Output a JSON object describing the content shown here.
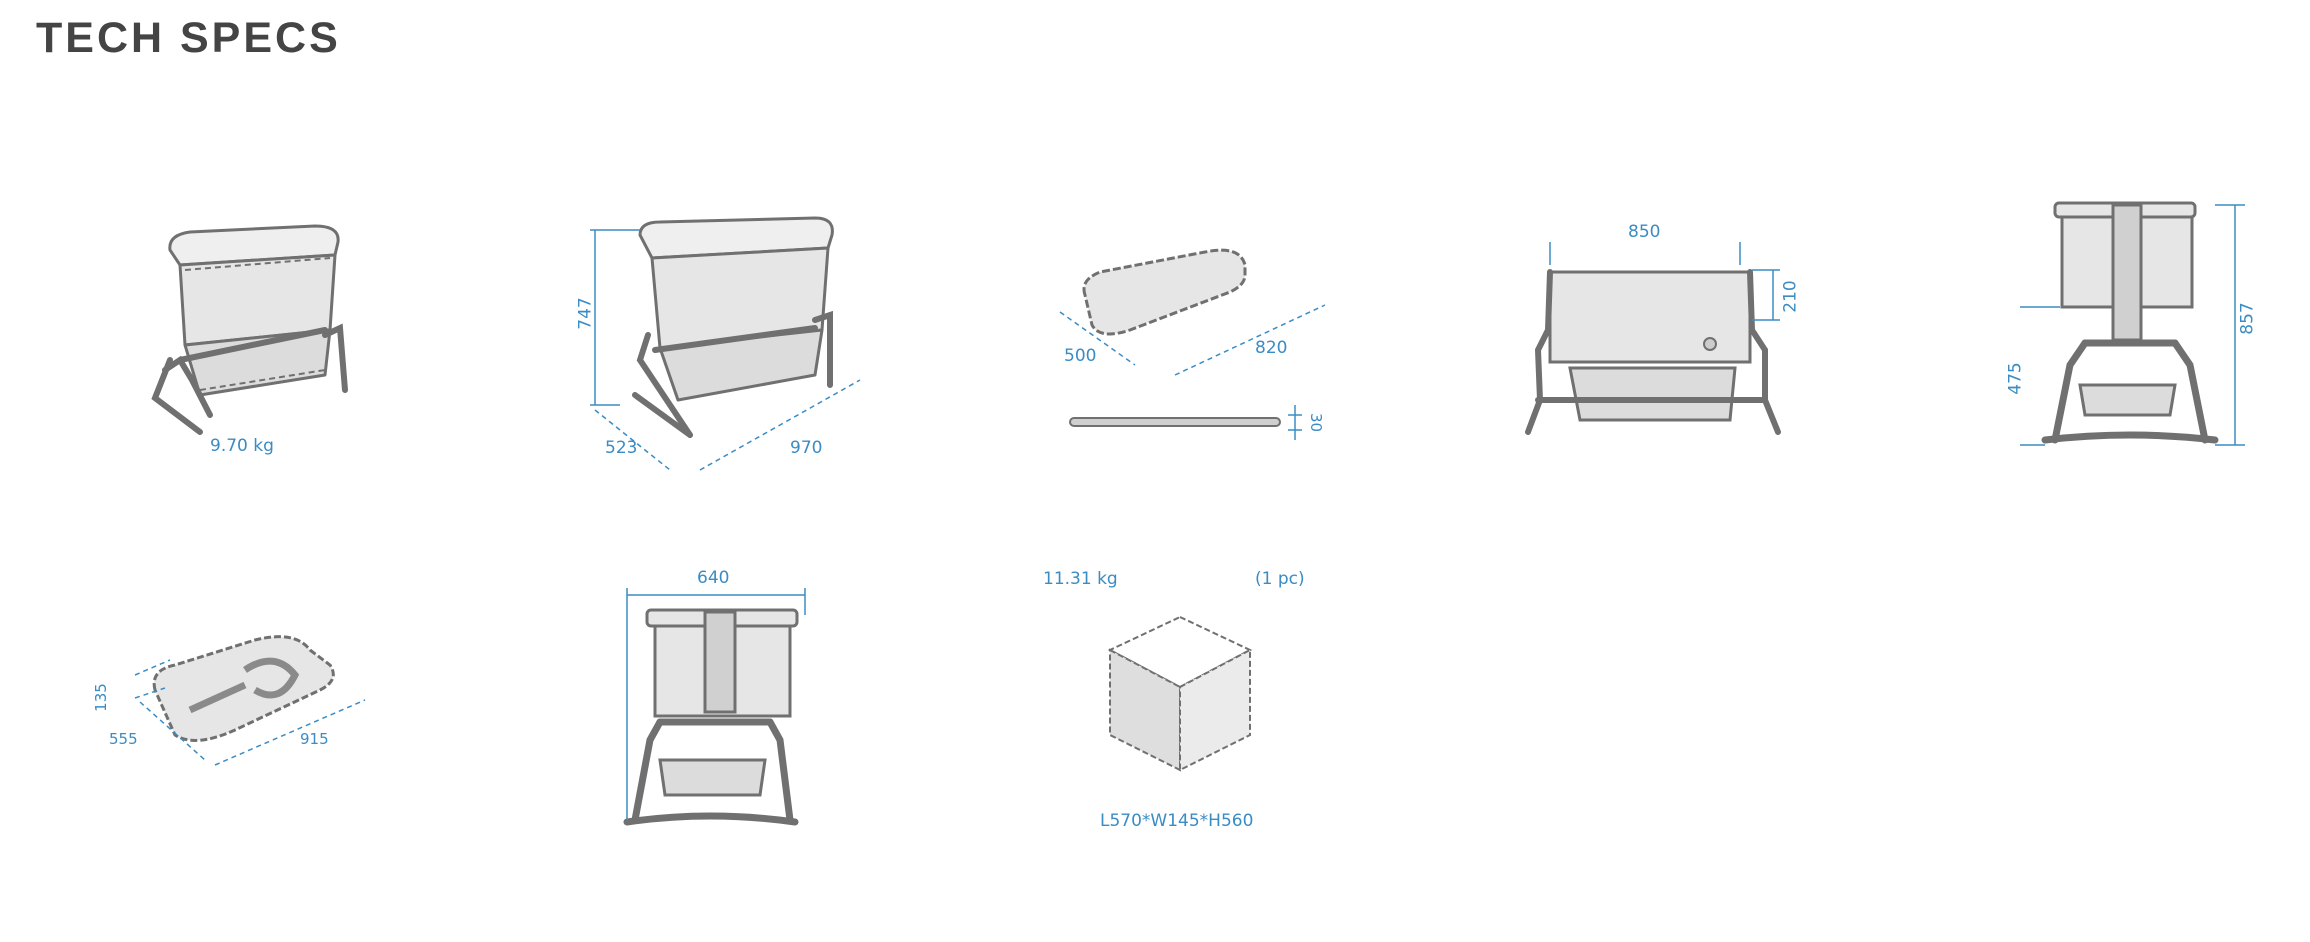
{
  "header": {
    "title": "TECH SPECS"
  },
  "colors": {
    "title": "#444444",
    "dimension": "#3a8cc4",
    "line": "#6e6e6e",
    "fill": "#e4e4e4",
    "background": "#ffffff"
  },
  "specs": [
    {
      "id": "weight",
      "view": "bedside-crib-isometric",
      "labels": {
        "weight": "9.70 kg"
      }
    },
    {
      "id": "overall-dimensions",
      "view": "bedside-crib-isometric-dimensioned",
      "labels": {
        "height": "747",
        "depth": "523",
        "length": "970"
      }
    },
    {
      "id": "mattress",
      "view": "mattress-top-and-side",
      "labels": {
        "width": "500",
        "length": "820",
        "thickness": "30"
      }
    },
    {
      "id": "side-panel",
      "view": "crib-front-view",
      "labels": {
        "width": "850",
        "drop_height": "210"
      }
    },
    {
      "id": "height-adjust",
      "view": "crib-side-view",
      "labels": {
        "total_height": "857",
        "min_height": "475"
      }
    },
    {
      "id": "folded",
      "view": "folded-crib-isometric",
      "labels": {
        "height": "135",
        "width": "555",
        "length": "915"
      }
    },
    {
      "id": "side-width",
      "view": "crib-side-view-width",
      "labels": {
        "width": "640"
      }
    },
    {
      "id": "package",
      "view": "package-box",
      "labels": {
        "weight": "11.31 kg",
        "quantity": "(1 pc)",
        "dimensions": "L570*W145*H560"
      }
    }
  ]
}
